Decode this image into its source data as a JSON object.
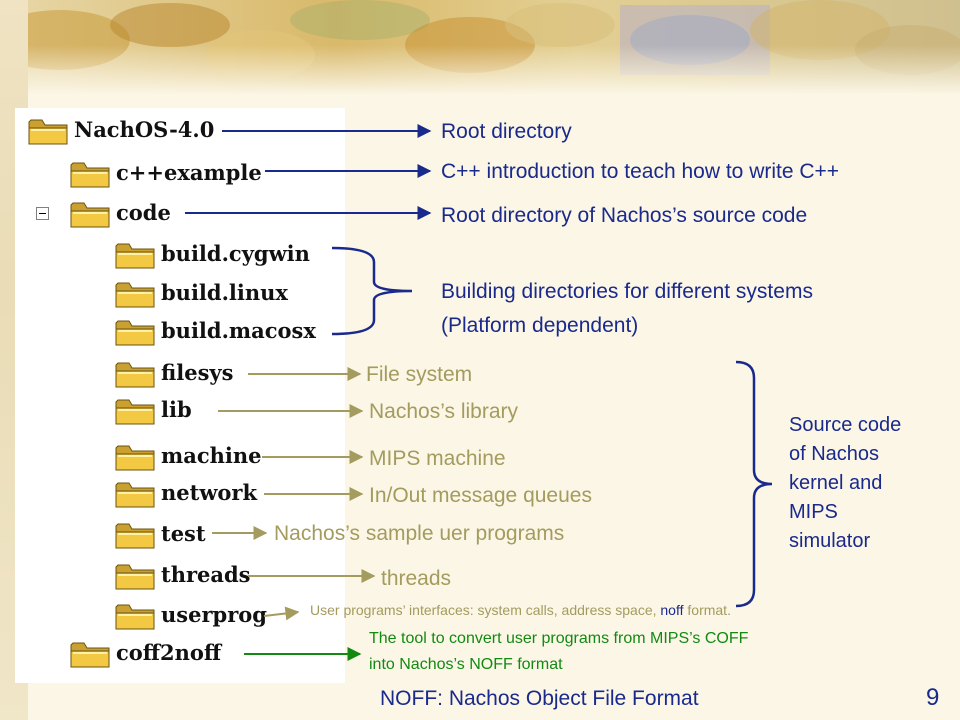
{
  "tree": {
    "items": [
      {
        "name": "NachOS-4.0",
        "level": 0
      },
      {
        "name": "c++example",
        "level": 1
      },
      {
        "name": "code",
        "level": 1,
        "expanded": true
      },
      {
        "name": "build.cygwin",
        "level": 2
      },
      {
        "name": "build.linux",
        "level": 2
      },
      {
        "name": "build.macosx",
        "level": 2
      },
      {
        "name": "filesys",
        "level": 2
      },
      {
        "name": "lib",
        "level": 2
      },
      {
        "name": "machine",
        "level": 2
      },
      {
        "name": "network",
        "level": 2
      },
      {
        "name": "test",
        "level": 2
      },
      {
        "name": "threads",
        "level": 2
      },
      {
        "name": "userprog",
        "level": 2
      },
      {
        "name": "coff2noff",
        "level": 1
      }
    ]
  },
  "annotations": {
    "root": "Root directory",
    "cpp": "C++ introduction to teach how to write C++",
    "code_root": "Root directory of Nachos’s source code",
    "building_line1": "Building directories for different systems",
    "building_line2": "(Platform dependent)",
    "filesys": "File system",
    "lib": "Nachos’s library",
    "machine": "MIPS machine",
    "network": "In/Out message queues",
    "test": "Nachos’s sample uer programs",
    "threads": "threads",
    "userprog_prefix": "User programs’ interfaces: system calls, address space, ",
    "userprog_noff": "noff",
    "userprog_suffix": " format.",
    "coff2noff_line1": "The tool to convert user programs from MIPS’s COFF",
    "coff2noff_line2": "into Nachos’s NOFF format",
    "source_group": [
      "Source code",
      "of Nachos",
      "kernel and",
      "MIPS",
      "simulator"
    ]
  },
  "footer": {
    "noff": "NOFF:  Nachos Object File Format",
    "page_number": "9"
  },
  "colors": {
    "blue": "#1a2a8c",
    "tan": "#a49b5e",
    "green": "#128a12",
    "folder": "#f3c842"
  }
}
